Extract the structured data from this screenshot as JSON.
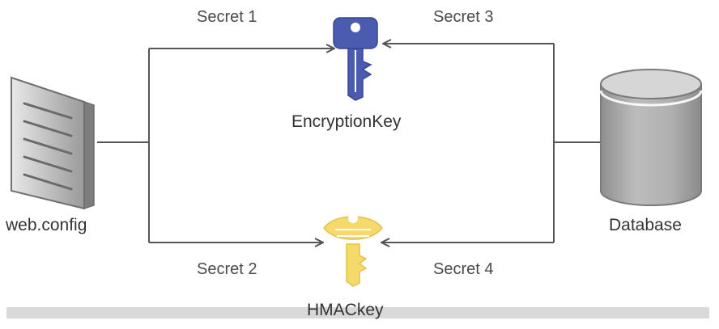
{
  "nodes": {
    "web_config": {
      "label": "web.config"
    },
    "database": {
      "label": "Database"
    },
    "encryption_key": {
      "label": "EncryptionKey",
      "color": "#4a5bb0"
    },
    "hmac_key": {
      "label": "HMACkey",
      "color": "#f5d96b"
    }
  },
  "edges": {
    "secret1": {
      "label": "Secret 1"
    },
    "secret2": {
      "label": "Secret 2"
    },
    "secret3": {
      "label": "Secret 3"
    },
    "secret4": {
      "label": "Secret 4"
    }
  },
  "colors": {
    "line": "#555555",
    "document": "#8a8a8a",
    "database": "#a9a9a9"
  }
}
